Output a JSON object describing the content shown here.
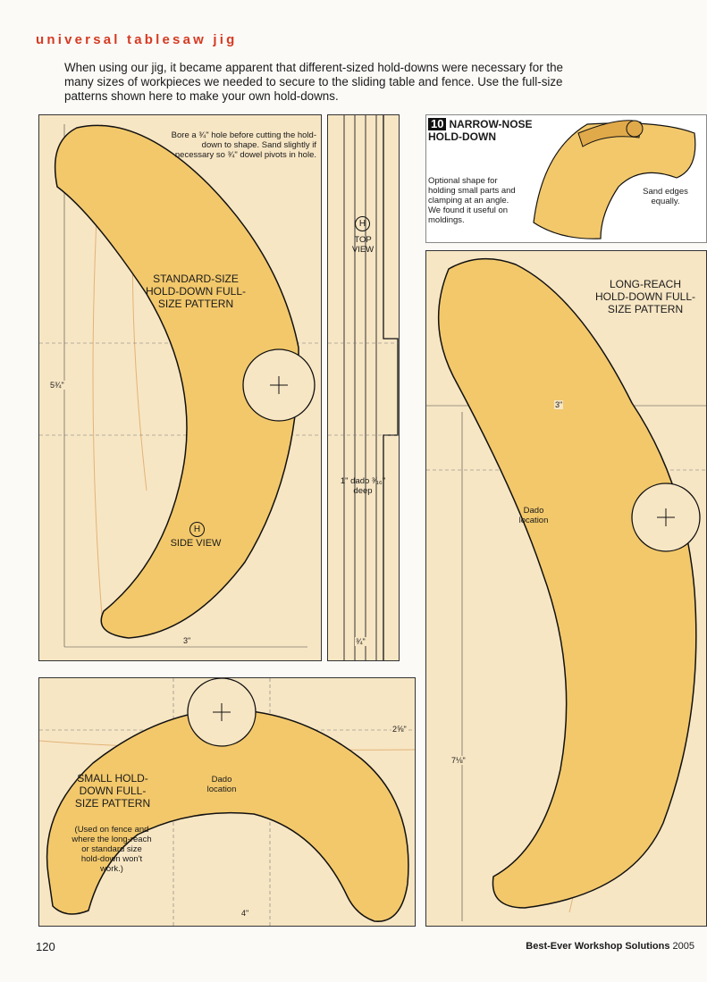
{
  "header": {
    "title": "universal tablesaw jig"
  },
  "intro": "When using our jig, it became apparent that different-sized hold-downs were necessary for the many sizes of workpieces we needed to secure to the sliding table and fence. Use the full-size patterns shown here to make your own hold-downs.",
  "standard": {
    "note": "Bore a ¾\" hole before cutting the hold-down to shape. Sand slightly if necessary so ¾\" dowel pivots in hole.",
    "label": "STANDARD-SIZE HOLD-DOWN FULL-SIZE PATTERN",
    "height": "5¾\"",
    "width": "3\"",
    "marker": "H",
    "side_view": "SIDE VIEW"
  },
  "topview": {
    "marker": "H",
    "label": "TOP VIEW",
    "dado_note": "1\" dado ³⁄₁₆\" deep",
    "width": "¾\""
  },
  "narrow": {
    "step": "10",
    "title": "NARROW-NOSE HOLD-DOWN",
    "optional": "Optional shape for holding small parts and clamping at an angle. We found it useful on moldings.",
    "sand": "Sand edges equally."
  },
  "longreach": {
    "label": "LONG-REACH HOLD-DOWN FULL-SIZE PATTERN",
    "width": "3\"",
    "height": "7⅛\"",
    "dado": "Dado location"
  },
  "small": {
    "label": "SMALL HOLD-DOWN FULL-SIZE PATTERN",
    "note": "(Used on fence and where the long-reach or standard size hold-down won't work.)",
    "height": "2⅝\"",
    "width": "4\"",
    "dado": "Dado location"
  },
  "footer": {
    "page": "120",
    "source": "Best-Ever Workshop Solutions",
    "year": "2005"
  }
}
